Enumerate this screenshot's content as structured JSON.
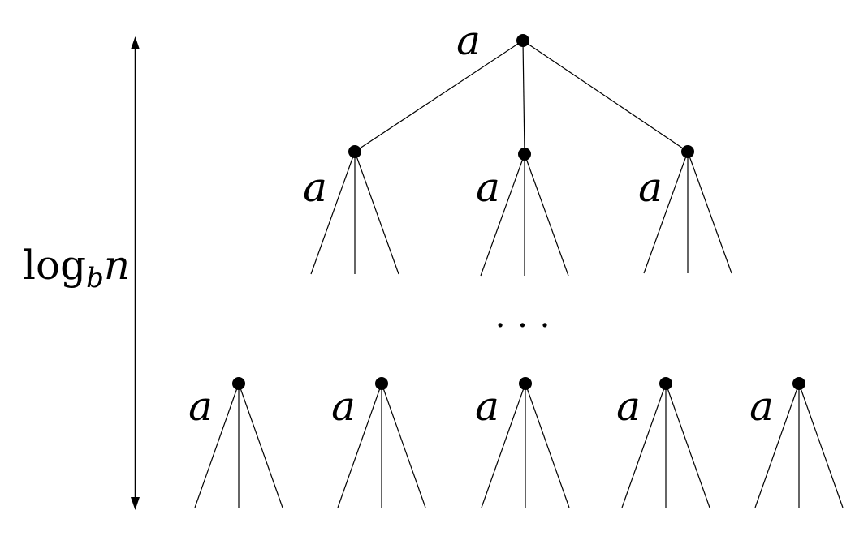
{
  "colors": {
    "ink": "#000000",
    "background": "#ffffff"
  },
  "height_label": {
    "function": "log",
    "base": "b",
    "argument": "n"
  },
  "tree": {
    "root": {
      "label": "a"
    },
    "level1": [
      {
        "label": "a"
      },
      {
        "label": "a"
      },
      {
        "label": "a"
      }
    ],
    "ellipsis": ". . .",
    "leaves": [
      {
        "label": "a"
      },
      {
        "label": "a"
      },
      {
        "label": "a"
      },
      {
        "label": "a"
      },
      {
        "label": "a"
      }
    ]
  }
}
